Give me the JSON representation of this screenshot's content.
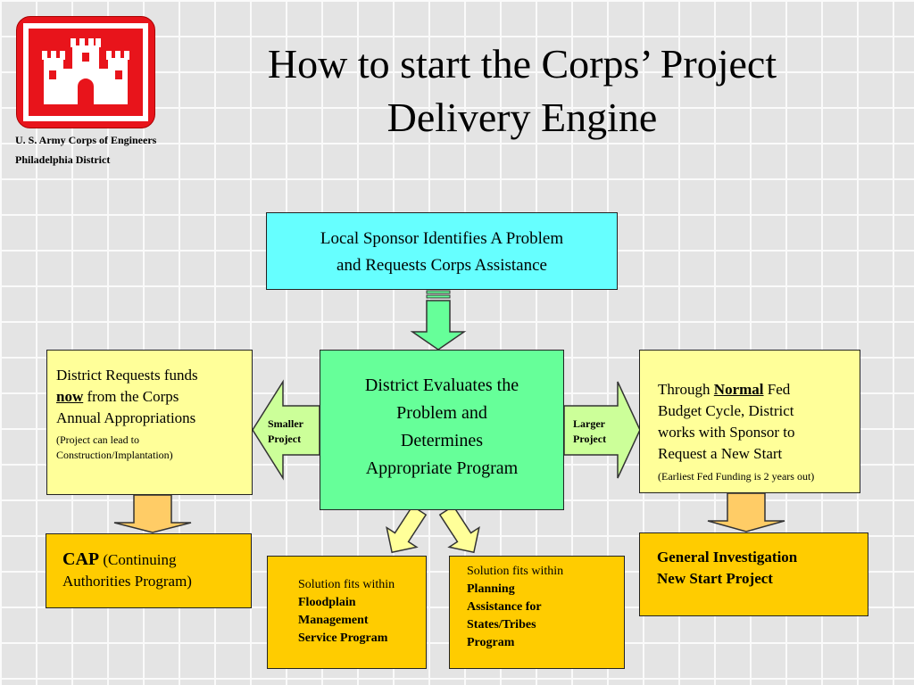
{
  "logo": {
    "icon": "castle-icon",
    "color": "#e8141b"
  },
  "org": {
    "line1": "U. S. Army Corps of Engineers",
    "line2": "Philadelphia District"
  },
  "title": {
    "line1": "How to start the Corps’ Project",
    "line2": "Delivery Engine"
  },
  "nodes": {
    "sponsor": {
      "line1": "Local Sponsor Identifies A Problem",
      "line2": "and Requests Corps Assistance"
    },
    "evaluate": {
      "line1": "District Evaluates the",
      "line2": "Problem and",
      "line3": "Determines",
      "line4": "Appropriate Program"
    },
    "left_request": {
      "line1": "District Requests funds",
      "now": "now",
      "after_now": " from the Corps",
      "line3": "Annual Appropriations",
      "note1": "(Project can lead to",
      "note2": "Construction/Implantation)"
    },
    "right_budget": {
      "pre": "Through ",
      "normal": "Normal",
      "post": " Fed",
      "line2": "Budget Cycle, District",
      "line3": "works with Sponsor to",
      "line4": "Request a New Start",
      "note": "(Earliest Fed Funding is 2 years out)"
    },
    "cap": {
      "abbr": "CAP",
      "rest": " (Continuing",
      "line2": "Authorities Program)"
    },
    "gi": {
      "line1": "General Investigation",
      "line2": "New Start Project"
    },
    "floodplain": {
      "line1": "Solution fits within",
      "line2": "Floodplain",
      "line3": "Management",
      "line4": "Service Program"
    },
    "planning": {
      "line1": "Solution fits within",
      "line2": "Planning",
      "line3": "Assistance for",
      "line4": "States/Tribes",
      "line5": "Program"
    }
  },
  "arrow_labels": {
    "smaller": {
      "line1": "Smaller",
      "line2": "Project"
    },
    "larger": {
      "line1": "Larger",
      "line2": "Project"
    }
  },
  "colors": {
    "sponsor_box": "#66ffff",
    "evaluate_box": "#66ff99",
    "side_boxes": "#ffff99",
    "result_boxes": "#ffcc00",
    "down_arrow": "#66ff99",
    "side_arrows": "#ccff99",
    "gold_arrows": "#ffcc66",
    "diag_arrows": "#ffff99"
  }
}
